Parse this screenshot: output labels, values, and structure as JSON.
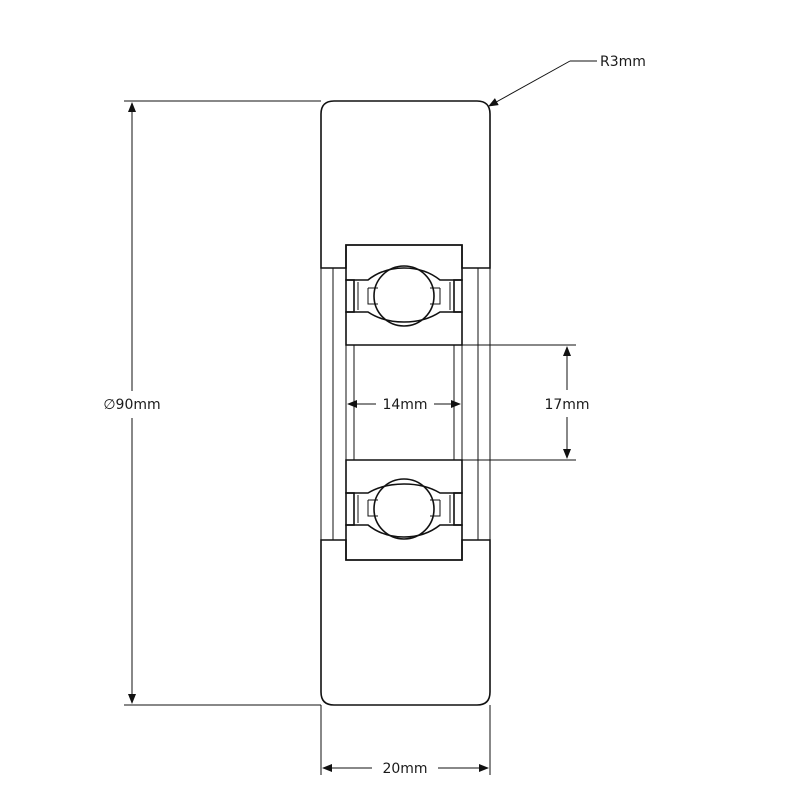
{
  "dimensions": {
    "outer_diameter": "∅90mm",
    "width": "20mm",
    "bore_diameter": "17mm",
    "bearing_width": "14mm",
    "corner_radius": "R3mm"
  },
  "colors": {
    "line": "#111111",
    "background": "#ffffff"
  }
}
